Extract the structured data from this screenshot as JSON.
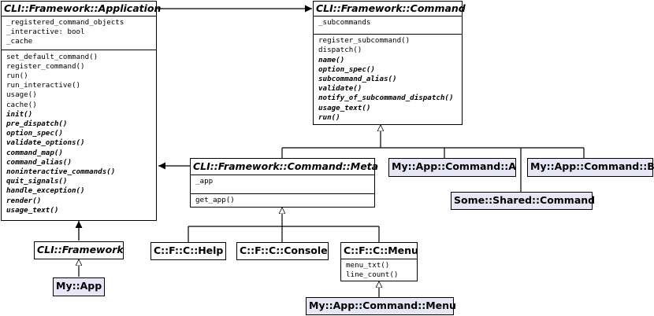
{
  "classes": {
    "app": {
      "name": "CLI::Framework::Application",
      "attributes": [
        "_registered_command_objects",
        "_interactive: bool",
        "_cache"
      ],
      "methods": [
        "set_default_command()",
        "register_command()",
        "run()",
        "run_interactive()",
        "usage()",
        "cache()"
      ],
      "abstract_methods": [
        "init()",
        "pre_dispatch()",
        "option_spec()",
        "validate_options()",
        "command_map()",
        "command_alias()",
        "noninteractive_commands()",
        "quit_signals()",
        "handle_exception()",
        "render()",
        "usage_text()"
      ]
    },
    "command": {
      "name": "CLI::Framework::Command",
      "attributes": [
        "_subcommands"
      ],
      "methods": [
        "register_subcommand()",
        "dispatch()"
      ],
      "abstract_methods": [
        "name()",
        "option_spec()",
        "subcommand_alias()",
        "validate()",
        "notify_of_subcommand_dispatch()",
        "usage_text()",
        "run()"
      ]
    },
    "meta": {
      "name": "CLI::Framework::Command::Meta",
      "attributes": [
        "_app"
      ],
      "methods": [
        "get_app()"
      ]
    },
    "framework": {
      "name": "CLI::Framework"
    },
    "myapp": {
      "name": "My::App"
    },
    "cmd_a": {
      "name": "My::App::Command::A"
    },
    "cmd_b": {
      "name": "My::App::Command::B"
    },
    "shared": {
      "name": "Some::Shared::Command"
    },
    "help": {
      "name": "C::F::C::Help"
    },
    "console": {
      "name": "C::F::C::Console"
    },
    "menu": {
      "name": "C::F::C::Menu",
      "methods": [
        "menu_txt()",
        "line_count()"
      ]
    },
    "app_menu": {
      "name": "My::App::Command::Menu"
    }
  },
  "colors": {
    "line": "#000000",
    "user_class_fill": "#e6e6f5",
    "class_fill": "#ffffff"
  }
}
